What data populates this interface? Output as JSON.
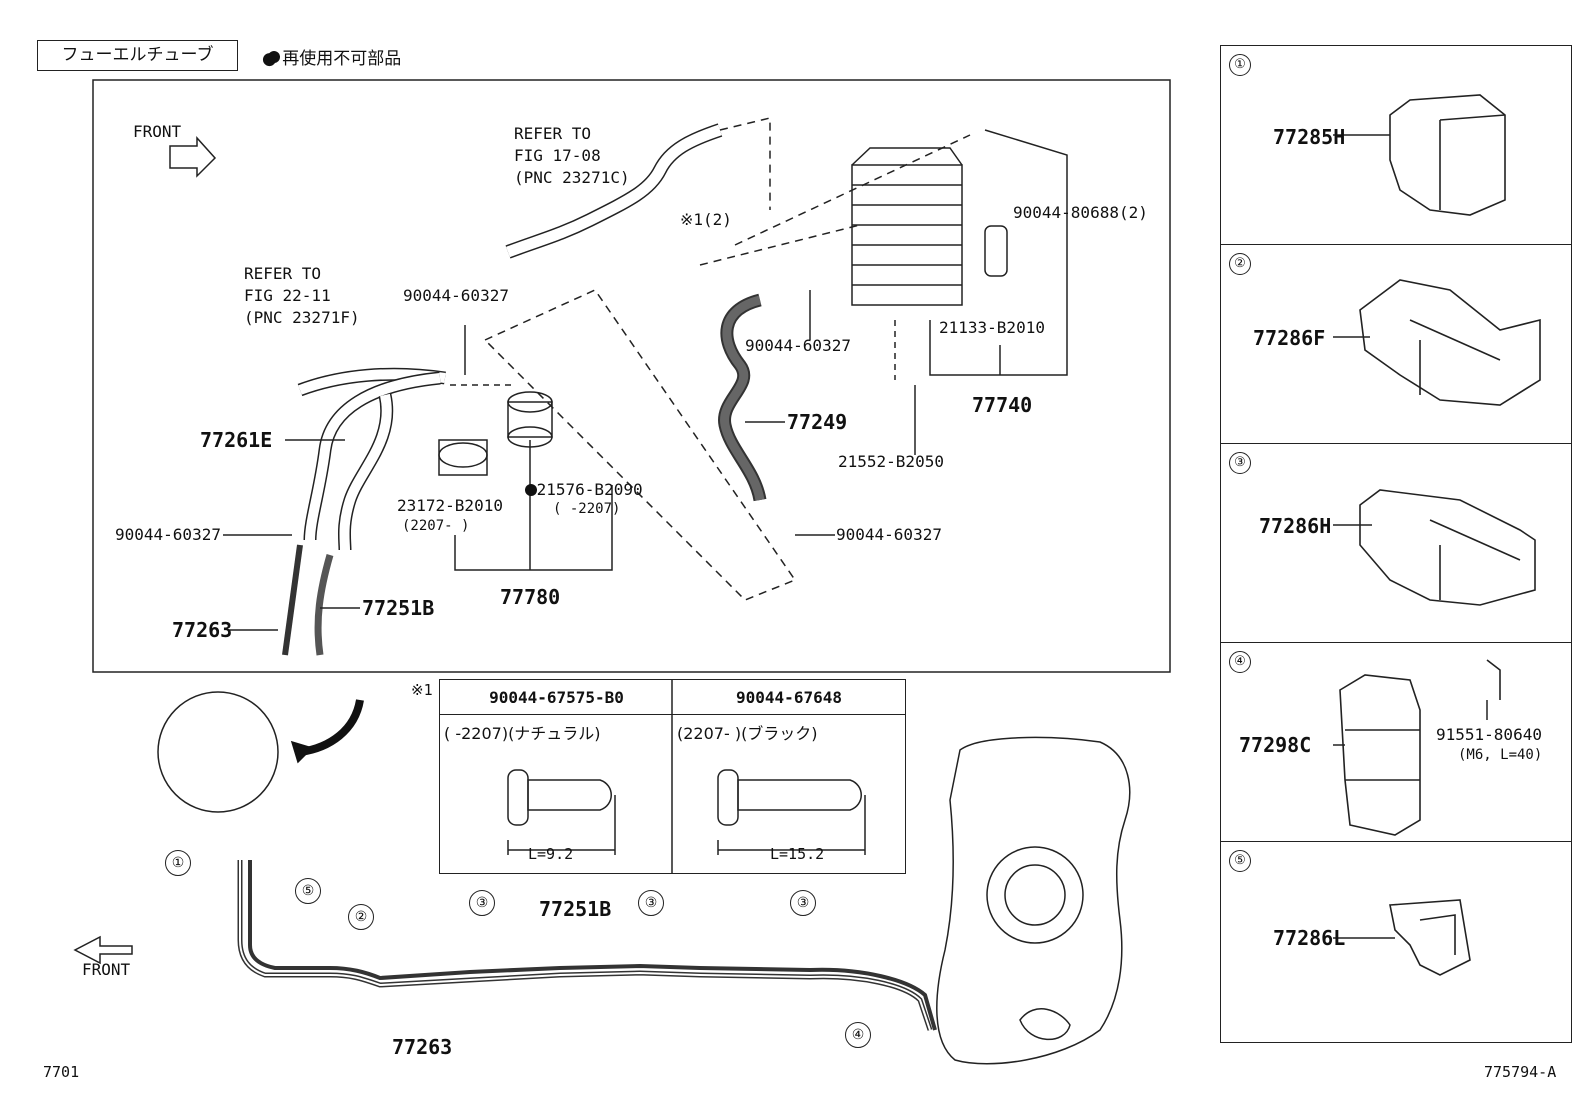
{
  "header": {
    "title": "フューエルチューブ",
    "legend": "● 再使用不可部品"
  },
  "callouts": {
    "front_top": "FRONT",
    "front_bottom": "FRONT",
    "refer1": [
      "REFER TO",
      "FIG 17-08",
      "(PNC 23271C)"
    ],
    "refer2": [
      "REFER TO",
      "FIG 22-11",
      "(PNC 23271F)"
    ],
    "note_star": "※1(2)",
    "p_90044_80688": "90044-80688(2)",
    "p_90044_60327_a": "90044-60327",
    "p_90044_60327_b": "90044-60327",
    "p_90044_60327_c": "90044-60327",
    "p_90044_60327_d": "90044-60327",
    "p_21133": "21133-B2010",
    "p_77740": "77740",
    "p_77249": "77249",
    "p_21552": "21552-B2050",
    "p_77261E": "77261E",
    "p_23172": "23172-B2010",
    "p_23172_range": "(2207-      )",
    "p_21576": "●21576-B2090",
    "p_21576_range": "(      -2207)",
    "p_77780": "77780",
    "p_77263_top": "77263",
    "p_77251B_top": "77251B",
    "p_77251B_bottom": "77251B",
    "p_77263_bottom": "77263",
    "star_ref": "※1",
    "page_left": "7701",
    "page_right": "775794-A"
  },
  "clip_table": {
    "col1_header": "90044-67575-B0",
    "col2_header": "90044-67648",
    "col1_sub": "(      -2207)(ナチュラル)",
    "col2_sub": "(2207-      )(ブラック)",
    "col1_len": "L=9.2",
    "col2_len": "L=15.2"
  },
  "bottom_markers": [
    "①",
    "⑤",
    "②",
    "③",
    "③",
    "③",
    "④"
  ],
  "right_panel": [
    {
      "num": "①",
      "part": "77285H"
    },
    {
      "num": "②",
      "part": "77286F"
    },
    {
      "num": "③",
      "part": "77286H"
    },
    {
      "num": "④",
      "part": "77298C",
      "extra1": "91551-80640",
      "extra2": "(M6, L=40)"
    },
    {
      "num": "⑤",
      "part": "77286L"
    }
  ]
}
